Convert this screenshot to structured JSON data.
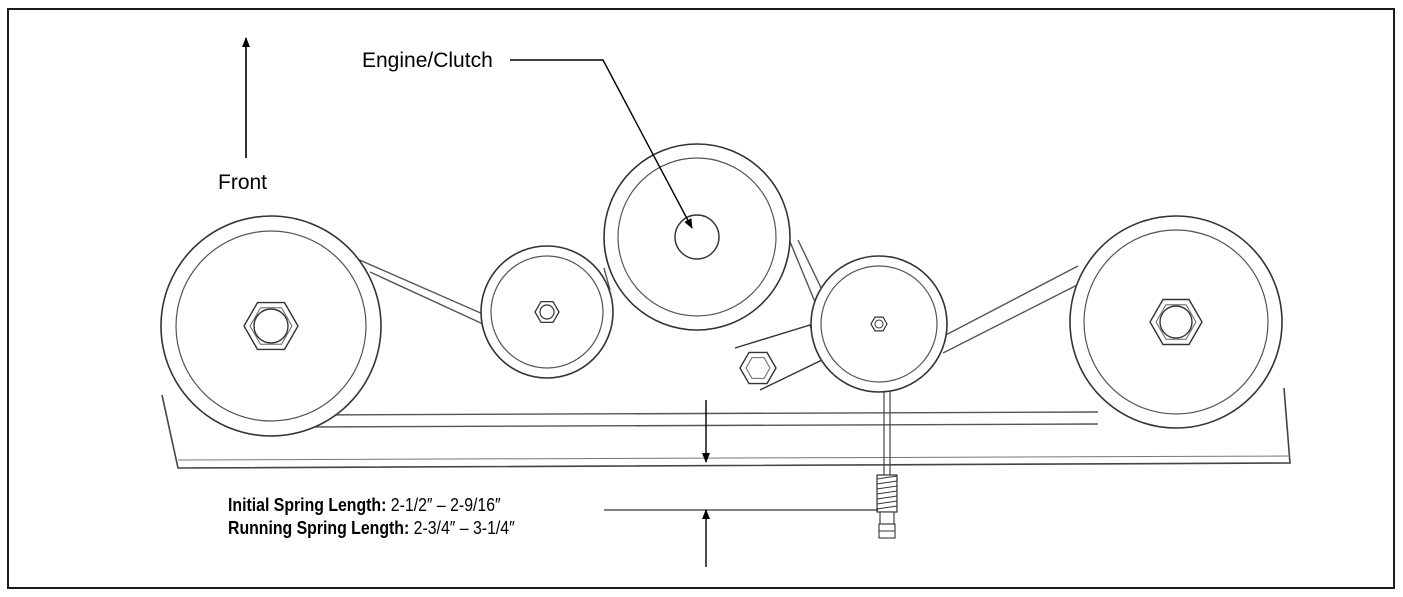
{
  "labels": {
    "front": "Front",
    "engine": "Engine/Clutch"
  },
  "specs": {
    "initial_label": "Initial Spring Length:",
    "initial_value": "2-1/2″ – 2-9/16″",
    "running_label": "Running Spring Length:",
    "running_value": "2-3/4″ – 3-1/4″"
  }
}
